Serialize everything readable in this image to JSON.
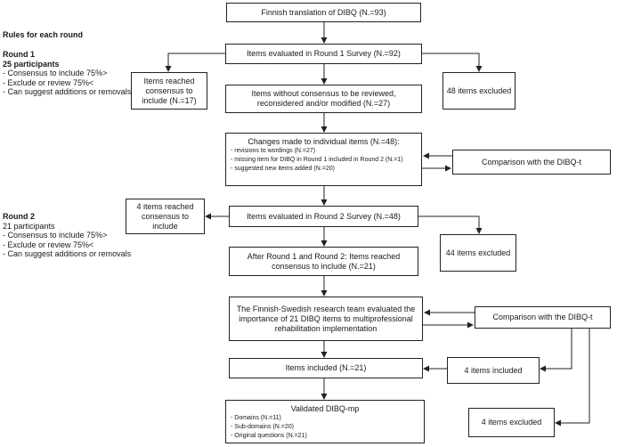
{
  "rules": {
    "heading": "Rules for each round",
    "round1": {
      "title": "Round 1",
      "participants": "25 participants",
      "items": [
        "Consensus to include 75%>",
        "Exclude or review 75%<",
        "Can suggest additions or removals"
      ]
    },
    "round2": {
      "title": "Round 2",
      "participants": "21 participants",
      "items": [
        "Consensus to include 75%>",
        "Exclude or review 75%<",
        "Can suggest additions or removals"
      ]
    }
  },
  "boxes": {
    "finnish_translation": "Finnish translation of DIBQ (N.=93)",
    "round1_survey": "Items evaluated in Round 1 Survey (N.=92)",
    "round1_consensus": "Items reached consensus to include (N.=17)",
    "round1_excluded": "48 items excluded",
    "without_consensus": "Items without consensus to be reviewed, reconsidered and/or modified (N.=27)",
    "changes": {
      "title": "Changes made to individual items (N.=48):",
      "items": [
        "revisions to wordings (N.=27)",
        "missing item for DIBQ in Round 1 included in Round 2 (N.=1)",
        "suggested new items added (N.=20)"
      ]
    },
    "comparison_1": "Comparison with the DIBQ-t",
    "round2_consensus": "4 items reached consensus to include",
    "round2_survey": "Items evaluated in Round 2 Survey (N.=48)",
    "round2_excluded": "44 items excluded",
    "after_rounds": "After Round 1 and Round 2: Items reached consensus to include (N.=21)",
    "research_team": "The Finnish-Swedish research team evaluated the importance of 21 DIBQ items to multiprofessional rehabilitation implementation",
    "comparison_2": "Comparison with the DIBQ-t",
    "items_included": "Items included (N.=21)",
    "four_included": "4 items included",
    "validated": {
      "title": "Validated DIBQ-mp",
      "items": [
        "Domains (N.=11)",
        "Sub-domains (N.=20)",
        "Original questions (N.=21)"
      ]
    },
    "four_excluded": "4 items excluded"
  }
}
